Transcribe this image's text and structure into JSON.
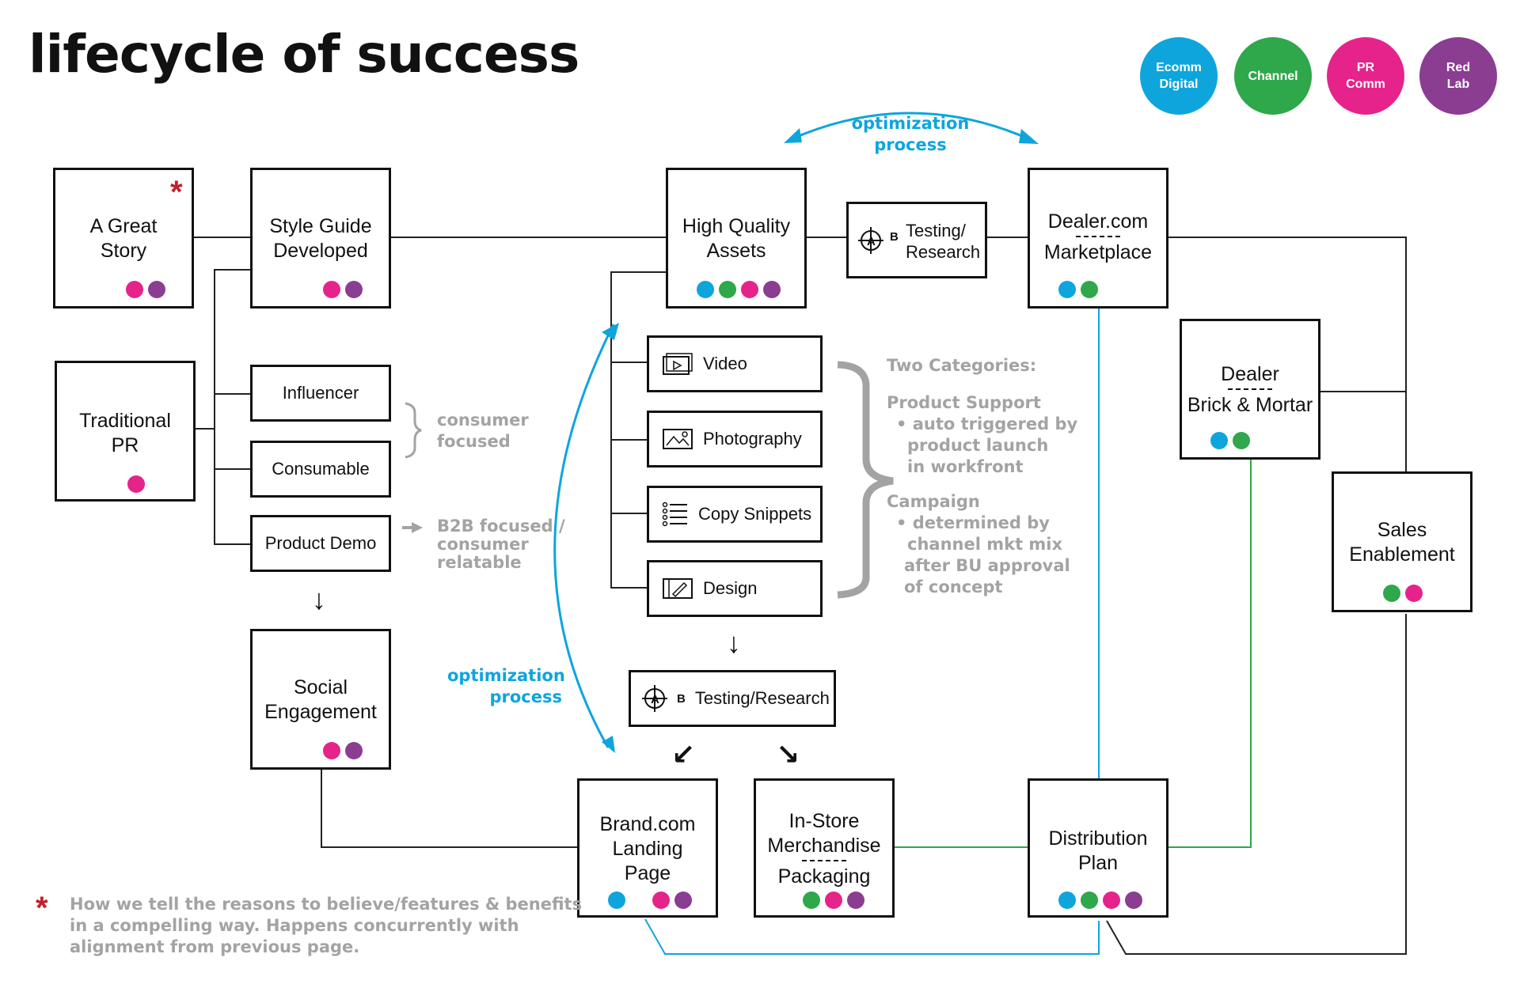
{
  "title": "lifecycle of success",
  "legend": [
    {
      "line1": "Ecomm",
      "line2": "Digital",
      "color": "#0ea5dd"
    },
    {
      "line1": "Channel",
      "line2": "",
      "color": "#2ea84a"
    },
    {
      "line1": "PR",
      "line2": "Comm",
      "color": "#e6238a"
    },
    {
      "line1": "Red",
      "line2": "Lab",
      "color": "#8b3d92"
    }
  ],
  "colors": {
    "ecomm": "#0ea5dd",
    "channel": "#2ea84a",
    "pr": "#e6238a",
    "redlab": "#8b3d92",
    "gray": "#a3a3a3",
    "star": "#c0202a"
  },
  "nodes": {
    "great_story": {
      "line1": "A Great",
      "line2": "Story"
    },
    "style_guide": {
      "line1": "Style Guide",
      "line2": "Developed"
    },
    "traditional_pr": {
      "line1": "Traditional",
      "line2": "PR"
    },
    "influencer": "Influencer",
    "consumable": "Consumable",
    "product_demo": "Product Demo",
    "social": {
      "line1": "Social",
      "line2": "Engagement"
    },
    "hq_assets": {
      "line1": "High Quality",
      "line2": "Assets"
    },
    "testing_top": {
      "line1": "Testing/",
      "line2": "Research"
    },
    "dealer_marketplace": {
      "line1": "Dealer.com",
      "line2": "Marketplace"
    },
    "video": "Video",
    "photography": "Photography",
    "copy_snippets": "Copy Snippets",
    "design": "Design",
    "testing_mid": "Testing/Research",
    "brand_landing": {
      "line1": "Brand.com",
      "line2": "Landing",
      "line3": "Page"
    },
    "in_store": {
      "line1": "In-Store",
      "line2": "Merchandise",
      "line3": "Packaging"
    },
    "distribution": {
      "line1": "Distribution",
      "line2": "Plan"
    },
    "dealer_brick": {
      "line1": "Dealer",
      "line2": "Brick & Mortar"
    },
    "sales": {
      "line1": "Sales",
      "line2": "Enablement"
    }
  },
  "ab": {
    "a": "A",
    "b": "B"
  },
  "notes": {
    "consumer_focused": {
      "line1": "consumer",
      "line2": "focused"
    },
    "b2b": {
      "line1": "B2B focused /",
      "line2": "consumer",
      "line3": "relatable"
    },
    "optimization_top": {
      "line1": "optimization",
      "line2": "process"
    },
    "optimization_left": {
      "line1": "optimization",
      "line2": "process"
    },
    "categories": {
      "heading": "Two Categories:",
      "ps_title": "Product Support",
      "ps_1": "• auto triggered by",
      "ps_2": "product launch",
      "ps_3": "in workfront",
      "camp_title": "Campaign",
      "camp_1": "• determined by",
      "camp_2": "channel mkt mix",
      "camp_3": "after BU approval",
      "camp_4": "of concept"
    },
    "footnote": {
      "line1": "How we tell the reasons to believe/features & benefits",
      "line2": "in a compelling way. Happens concurrently with",
      "line3": "alignment from previous page."
    }
  },
  "star_symbol": "*",
  "arrows": {
    "down": "↓",
    "down_left": "↙",
    "down_right": "↘",
    "right": "➜"
  }
}
